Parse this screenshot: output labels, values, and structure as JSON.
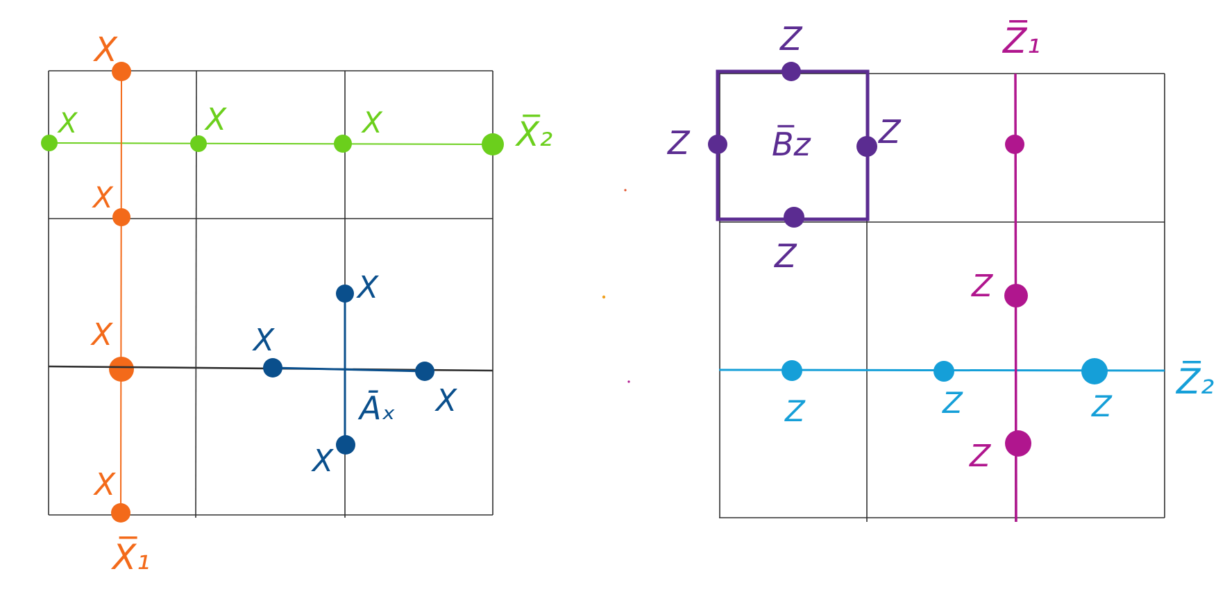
{
  "colors": {
    "grid": "#2e2e2e",
    "logical_x1": "#f36a1a",
    "logical_x2": "#6bcf1c",
    "star_operator": "#0a4f8c",
    "plaquette": "#5b2c91",
    "logical_z1": "#b0168e",
    "logical_z2": "#159fd8"
  },
  "left_lattice": {
    "logical_x1": {
      "label": "X̅₁",
      "qubit_labels": [
        "X",
        "X",
        "X",
        "X"
      ]
    },
    "logical_x2": {
      "label": "X̅₂",
      "qubit_labels": [
        "X",
        "X",
        "X"
      ]
    },
    "star_operator": {
      "label": "Āₓ",
      "qubit_labels": [
        "X",
        "X",
        "X",
        "X"
      ]
    }
  },
  "right_lattice": {
    "plaquette": {
      "label": "B̅z",
      "qubit_labels": [
        "Z",
        "Z",
        "Z",
        "Z"
      ]
    },
    "logical_z1": {
      "label": "Z̅₁",
      "qubit_labels": [
        "Z",
        "Z"
      ]
    },
    "logical_z2": {
      "label": "Z̅₂",
      "qubit_labels": [
        "Z",
        "Z",
        "Z"
      ]
    }
  }
}
